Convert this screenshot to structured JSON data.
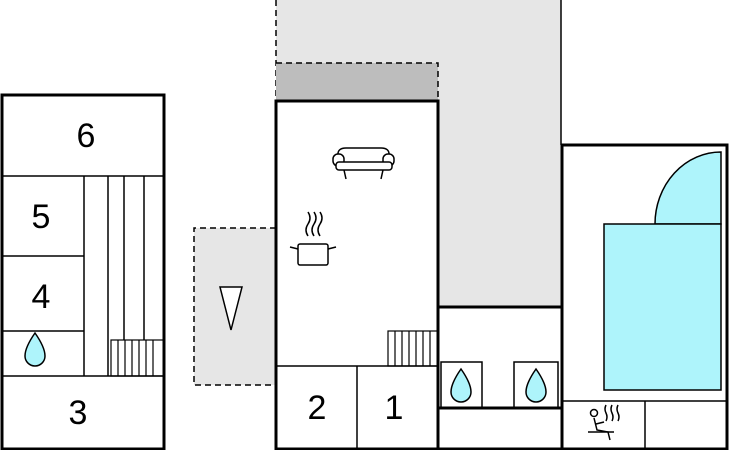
{
  "floor_plan": {
    "rooms": [
      {
        "id": "room-6",
        "label": "6"
      },
      {
        "id": "room-5",
        "label": "5"
      },
      {
        "id": "room-4",
        "label": "4"
      },
      {
        "id": "room-3",
        "label": "3"
      },
      {
        "id": "room-2",
        "label": "2"
      },
      {
        "id": "room-1",
        "label": "1"
      }
    ],
    "icons": [
      {
        "name": "sofa-icon"
      },
      {
        "name": "cooking-pot-icon"
      },
      {
        "name": "water-drop-icon"
      },
      {
        "name": "sauna-icon"
      },
      {
        "name": "fireplace-icon"
      },
      {
        "name": "stairs-icon"
      }
    ],
    "colors": {
      "wall": "#000000",
      "terrace": "#e6e6e6",
      "roof_overhang": "#bdbdbd",
      "pool_water": "#aef4fb",
      "drop": "#aef4fb"
    }
  }
}
